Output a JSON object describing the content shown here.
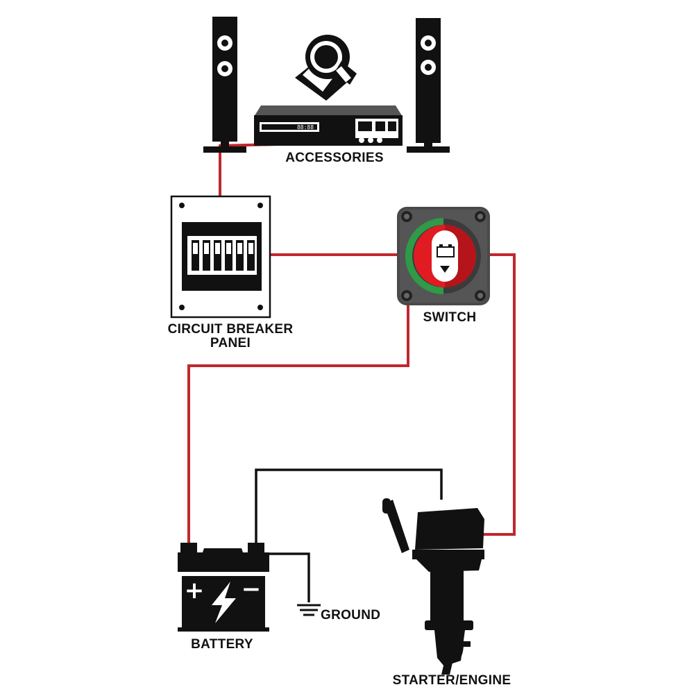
{
  "labels": {
    "accessories": "ACCESSORIES",
    "breaker_line1": "CIRCUIT BREAKER",
    "breaker_line2": "PANEI",
    "switch": "SWITCH",
    "battery": "BATTERY",
    "ground": "GROUND",
    "engine": "STARTER/ENGINE"
  },
  "stereo_display": "88:88",
  "battery_terminals": {
    "positive": "+",
    "negative": "−"
  },
  "colors": {
    "power_wire": "#c1272d",
    "ground_wire": "#111111",
    "switch_knob": "#e11b22",
    "switch_on_band": "#2f9a47",
    "switch_body": "#4a4a4a"
  },
  "icons": [
    "speaker-icon",
    "spotlight-icon",
    "stereo-receiver-icon",
    "circuit-breaker-icon",
    "battery-switch-icon",
    "battery-icon",
    "ground-symbol-icon",
    "outboard-engine-icon"
  ]
}
